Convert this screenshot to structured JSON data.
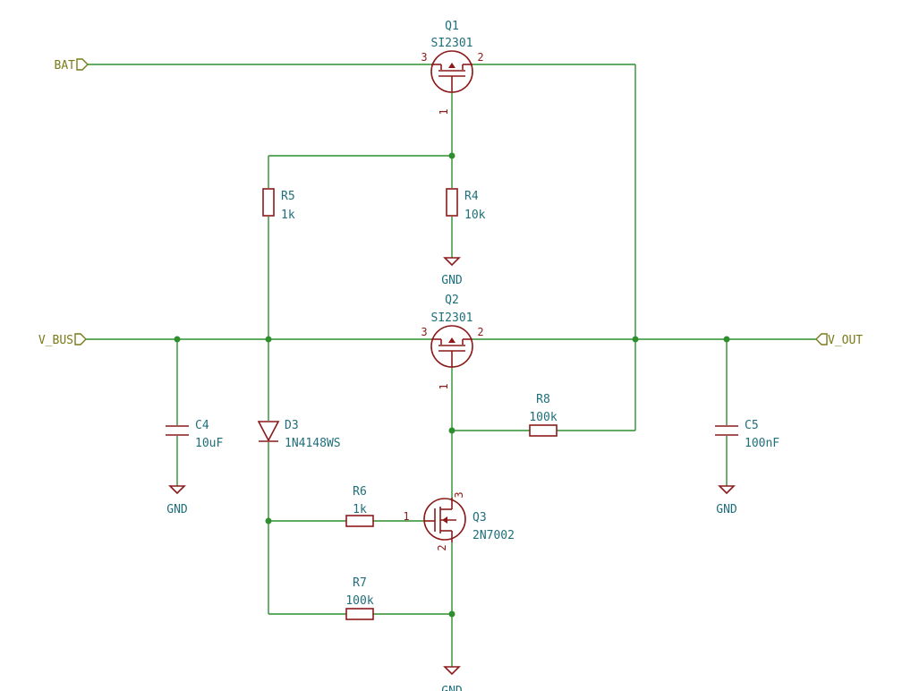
{
  "nets": {
    "bat": "BAT",
    "vbus": "V_BUS",
    "vout": "V_OUT",
    "gnd": "GND"
  },
  "components": {
    "q1": {
      "ref": "Q1",
      "value": "SI2301",
      "pin_left": "3",
      "pin_right": "2",
      "pin_gate": "1"
    },
    "q2": {
      "ref": "Q2",
      "value": "SI2301",
      "pin_left": "3",
      "pin_right": "2",
      "pin_gate": "1"
    },
    "q3": {
      "ref": "Q3",
      "value": "2N7002",
      "pin_gate": "1",
      "pin_drain": "3",
      "pin_source": "2"
    },
    "r4": {
      "ref": "R4",
      "value": "10k"
    },
    "r5": {
      "ref": "R5",
      "value": "1k"
    },
    "r6": {
      "ref": "R6",
      "value": "1k"
    },
    "r7": {
      "ref": "R7",
      "value": "100k"
    },
    "r8": {
      "ref": "R8",
      "value": "100k"
    },
    "c4": {
      "ref": "C4",
      "value": "10uF"
    },
    "c5": {
      "ref": "C5",
      "value": "100nF"
    },
    "d3": {
      "ref": "D3",
      "value": "1N4148WS"
    }
  },
  "colors": {
    "wire": "#2f8f2f",
    "component": "#8b1a1a",
    "label": "#1f6f7a",
    "net_label": "#7a7a1a"
  }
}
